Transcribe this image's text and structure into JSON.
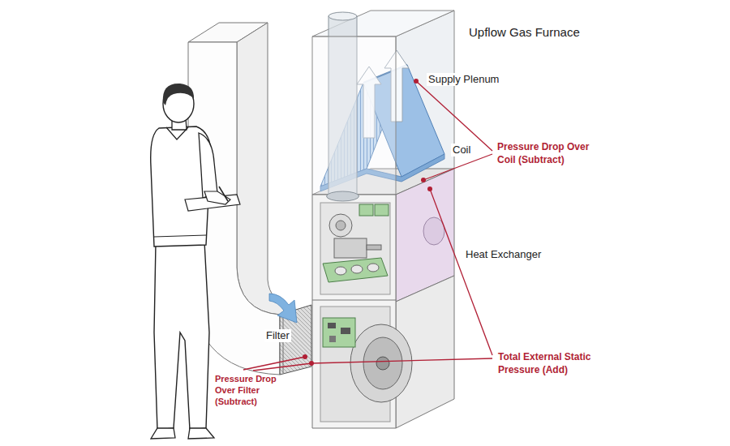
{
  "diagram": {
    "title": "Upflow Gas Furnace",
    "labels": [
      "Supply Plenum",
      "Coil",
      "Pressure Drop Over Coil (Subtract)",
      "Heat Exchanger",
      "Filter",
      "Total External Static Pressure (Add)",
      "Pressure Drop Over Filter (Subtract)"
    ]
  }
}
